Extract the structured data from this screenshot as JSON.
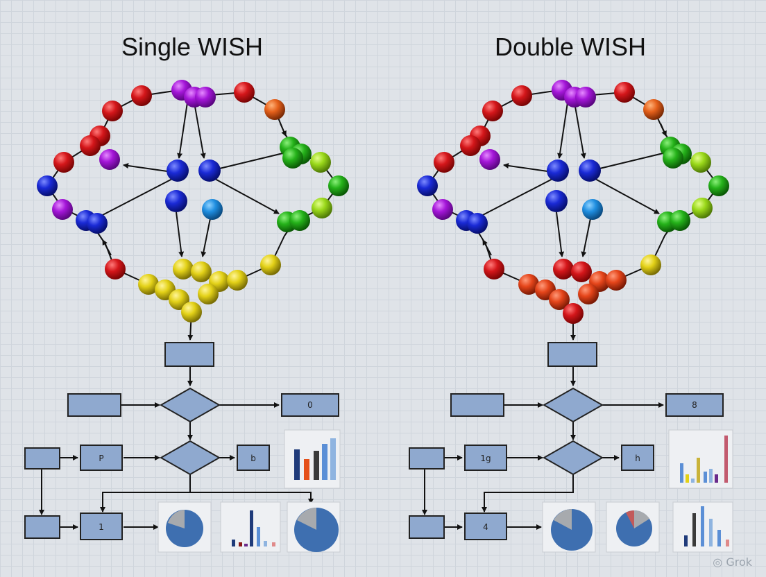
{
  "panels": [
    {
      "title": "Single WISH",
      "box_labels": [
        "",
        "",
        "0",
        "",
        "P",
        "b",
        "",
        "1"
      ],
      "bead_colors": {
        "top_left_arc": [
          "#d4161a",
          "#d4161a",
          "#d4161a",
          "#d4161a",
          "#d4161a"
        ],
        "bottom_cluster": "#e3d117",
        "bottom_hub": "#e3d117"
      }
    },
    {
      "title": "Double WISH",
      "box_labels": [
        "",
        "",
        "8",
        "",
        "1g",
        "h",
        "",
        "4"
      ],
      "bead_colors": {
        "top_left_arc": [
          "#d4161a",
          "#d4161a",
          "#d4161a",
          "#d4161a",
          "#d4161a"
        ],
        "bottom_cluster": "#e5451a",
        "bottom_hub": "#e5451a"
      }
    }
  ],
  "palette": {
    "red": "#d4161a",
    "purple": "#a416d8",
    "blue": "#1a2ad6",
    "light_blue": "#1f8ee0",
    "green": "#25b21a",
    "lime": "#9ad81a",
    "orange": "#e5601a",
    "yellow": "#e3d117",
    "box_fill": "#8fa9cf"
  },
  "watermark": "Grok"
}
